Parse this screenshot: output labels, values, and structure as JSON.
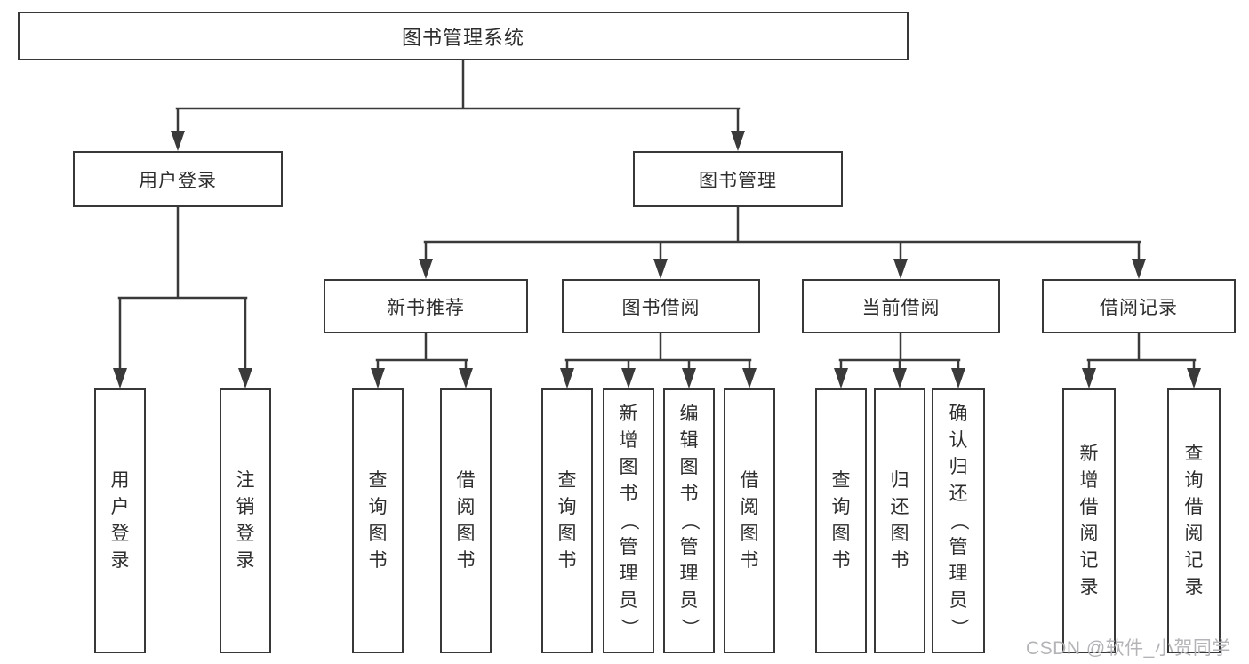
{
  "title": "图书管理系统",
  "watermark": "CSDN @软件_小贺同学",
  "colors": {
    "line": "#3a3a3a",
    "box_border": "#383838",
    "text": "#2d2d2d",
    "watermark": "#b4b4b8",
    "background": "#ffffff"
  },
  "tree": {
    "root": {
      "label": "图书管理系统"
    },
    "branches": [
      {
        "label": "用户登录",
        "children": [
          "用户登录",
          "注销登录"
        ]
      },
      {
        "label": "图书管理"
      }
    ],
    "modules": [
      {
        "label": "新书推荐",
        "children": [
          "查询图书",
          "借阅图书"
        ]
      },
      {
        "label": "图书借阅",
        "children": [
          "查询图书",
          "新增图书（管理员）",
          "编辑图书（管理员）",
          "借阅图书"
        ]
      },
      {
        "label": "当前借阅",
        "children": [
          "查询图书",
          "归还图书",
          "确认归还（管理员）"
        ]
      },
      {
        "label": "借阅记录",
        "children": [
          "新增借阅记录",
          "查询借阅记录"
        ]
      }
    ]
  }
}
